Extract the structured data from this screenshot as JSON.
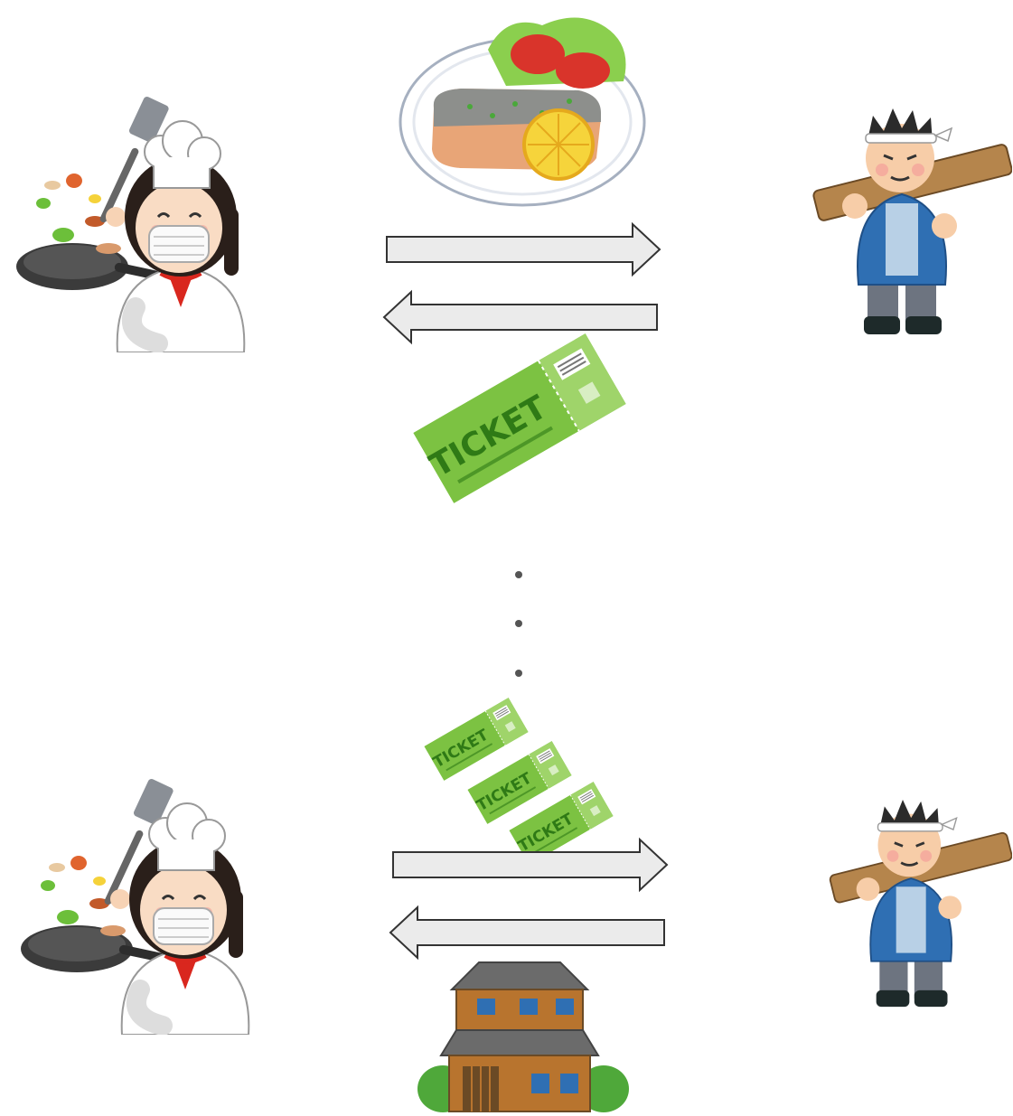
{
  "tickets": {
    "large_label": "TICKET",
    "small_labels": [
      "TICKET",
      "TICKET",
      "TICKET"
    ]
  },
  "colors": {
    "ticket_green": "#7cc242",
    "ticket_text": "#2f7a16",
    "arrow_fill": "#ebebeb",
    "arrow_stroke": "#333333",
    "chef_hat": "#ffffff",
    "worker_coat": "#2f6fb3",
    "house_wall": "#b8742e",
    "house_roof": "#6b6b6b"
  },
  "icons": {
    "chef": "chef-cooking-icon",
    "worker": "carpenter-worker-icon",
    "dish": "salmon-dish-icon",
    "ticket": "ticket-icon",
    "house": "house-icon"
  }
}
